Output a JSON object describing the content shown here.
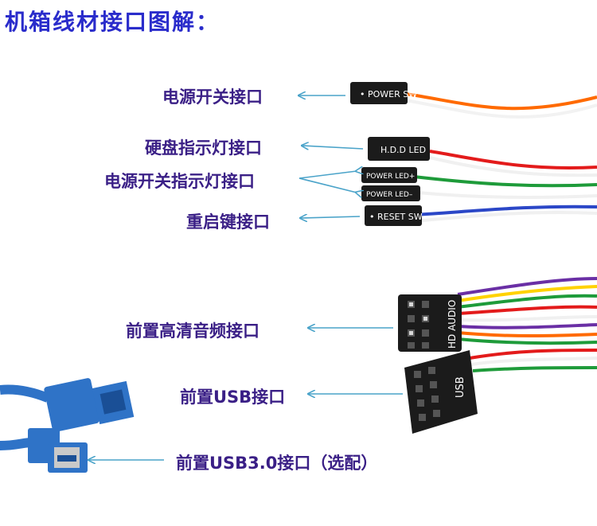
{
  "title": "机箱线材接口图解：",
  "labels": {
    "power_sw": "电源开关接口",
    "hdd_led": "硬盘指示灯接口",
    "power_led": "电源开关指示灯接口",
    "reset_sw": "重启键接口",
    "hd_audio": "前置高清音频接口",
    "usb": "前置USB接口",
    "usb3": "前置USB3.0接口（选配）"
  },
  "connector_text": {
    "power_sw": "• POWER SW",
    "hdd_led": "H.D.D LED",
    "power_led_plus": "POWER LED+",
    "power_led_minus": "POWER LED–",
    "reset_sw": "• RESET SW",
    "hd_audio": "HD AUDIO",
    "usb": "USB"
  },
  "colors": {
    "title": "#2a2ccb",
    "label": "#3a1f86",
    "arrow": "#4aa3c9",
    "connector": "#1b1b1b",
    "usb3_blue": "#2f73c7"
  }
}
